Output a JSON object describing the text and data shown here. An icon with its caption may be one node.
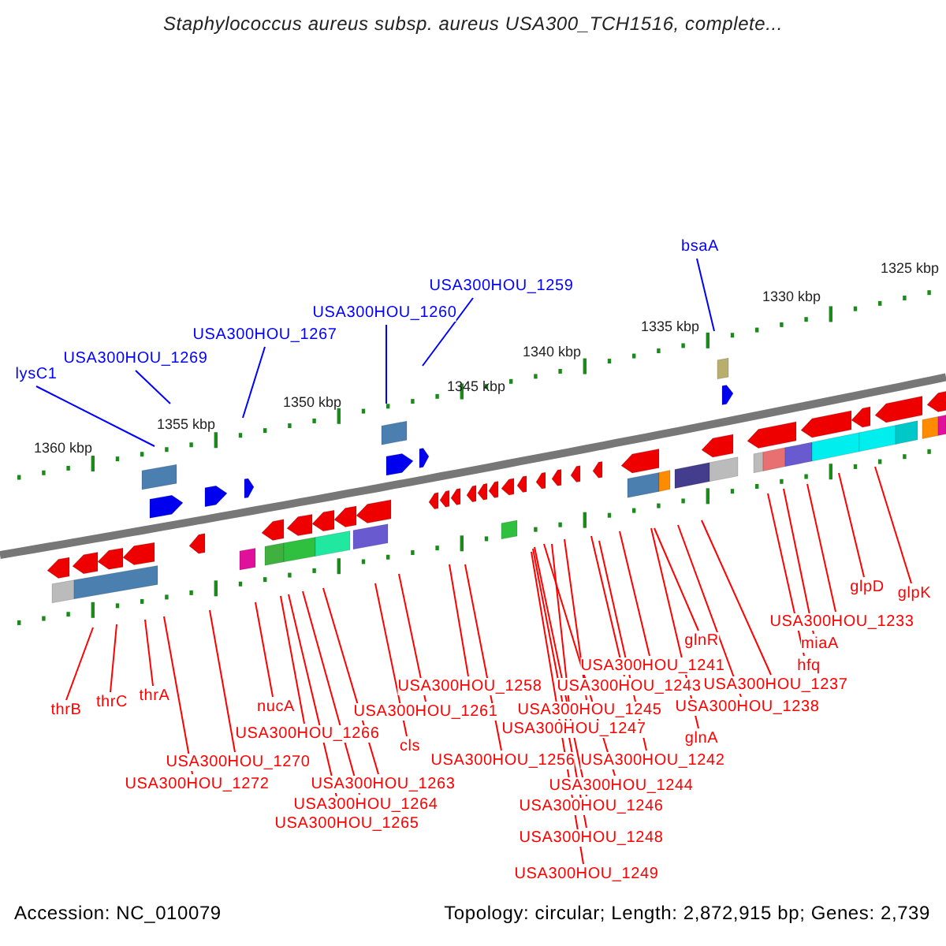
{
  "diagram": {
    "title": "Staphylococcus aureus subsp. aureus USA300_TCH1516, complete...",
    "nodes": [
      {
        "text": [
          "lysC1"
        ]
      },
      {
        "text": [
          "USA300HOU_1269"
        ]
      },
      {
        "text": [
          "USA300HOU_1267"
        ]
      },
      {
        "text": [
          "USA300HOU_1260"
        ]
      },
      {
        "text": [
          "USA300HOU_1259"
        ]
      },
      {
        "text": [
          "bsaA"
        ]
      },
      {
        "text": [
          "thrB"
        ]
      },
      {
        "text": [
          "thrC"
        ]
      },
      {
        "text": [
          "thrA"
        ]
      },
      {
        "text": [
          "nucA"
        ]
      },
      {
        "text": [
          "USA300HOU_1266"
        ]
      },
      {
        "text": [
          "USA300HOU_1270"
        ]
      },
      {
        "text": [
          "USA300HOU_1272"
        ]
      },
      {
        "text": [
          "cls"
        ]
      },
      {
        "text": [
          "USA300HOU_1263"
        ]
      },
      {
        "text": [
          "USA300HOU_1264"
        ]
      },
      {
        "text": [
          "USA300HOU_1265"
        ]
      },
      {
        "text": [
          "USA300HOU_1258"
        ]
      },
      {
        "text": [
          "USA300HOU_1261"
        ]
      },
      {
        "text": [
          "USA300HOU_1256"
        ]
      },
      {
        "text": [
          "USA300HOU_1241"
        ]
      },
      {
        "text": [
          "USA300HOU_1243"
        ]
      },
      {
        "text": [
          "USA300HOU_1245"
        ]
      },
      {
        "text": [
          "USA300HOU_1247"
        ]
      },
      {
        "text": [
          "USA300HOU_1242"
        ]
      },
      {
        "text": [
          "USA300HOU_1244"
        ]
      },
      {
        "text": [
          "USA300HOU_1246"
        ]
      },
      {
        "text": [
          "USA300HOU_1248"
        ]
      },
      {
        "text": [
          "USA300HOU_1249"
        ]
      },
      {
        "text": [
          "glnR"
        ]
      },
      {
        "text": [
          "glnA"
        ]
      },
      {
        "text": [
          "USA300HOU_1237"
        ]
      },
      {
        "text": [
          "USA300HOU_1238"
        ]
      },
      {
        "text": [
          "USA300HOU_1233"
        ]
      },
      {
        "text": [
          "miaA"
        ]
      },
      {
        "text": [
          "hfq"
        ]
      },
      {
        "text": [
          "glpD"
        ]
      },
      {
        "text": [
          "glpK"
        ]
      }
    ],
    "edges": [
      {
        "from": 0,
        "to": null,
        "arrow": "none",
        "color": "#0000ff"
      },
      {
        "from": 1,
        "to": null,
        "arrow": "none",
        "color": "#0000ff"
      },
      {
        "from": 2,
        "to": null,
        "arrow": "none",
        "color": "#0000ff"
      },
      {
        "from": 3,
        "to": null,
        "arrow": "none",
        "color": "#0000ff"
      },
      {
        "from": 4,
        "to": null,
        "arrow": "none",
        "color": "#0000ff"
      },
      {
        "from": 5,
        "to": null,
        "arrow": "none",
        "color": "#0000ff"
      },
      {
        "from": 6,
        "to": null,
        "arrow": "none"
      },
      {
        "from": 7,
        "to": null,
        "arrow": "none"
      },
      {
        "from": 8,
        "to": null,
        "arrow": "none"
      },
      {
        "from": 9,
        "to": null,
        "arrow": "none"
      },
      {
        "from": 10,
        "to": null,
        "arrow": "none"
      },
      {
        "from": 11,
        "to": null,
        "arrow": "none"
      },
      {
        "from": 12,
        "to": null,
        "arrow": "none"
      },
      {
        "from": 13,
        "to": null,
        "arrow": "none"
      },
      {
        "from": 14,
        "to": null,
        "arrow": "none"
      },
      {
        "from": 15,
        "to": null,
        "arrow": "none"
      },
      {
        "from": 16,
        "to": null,
        "arrow": "none"
      },
      {
        "from": 17,
        "to": null,
        "arrow": "none"
      },
      {
        "from": 18,
        "to": null,
        "arrow": "none"
      },
      {
        "from": 19,
        "to": null,
        "arrow": "none"
      },
      {
        "from": 20,
        "to": null,
        "arrow": "none"
      },
      {
        "from": 21,
        "to": null,
        "arrow": "none"
      },
      {
        "from": 22,
        "to": null,
        "arrow": "none"
      },
      {
        "from": 23,
        "to": null,
        "arrow": "none"
      },
      {
        "from": 24,
        "to": null,
        "arrow": "none"
      },
      {
        "from": 25,
        "to": null,
        "arrow": "none"
      },
      {
        "from": 26,
        "to": null,
        "arrow": "none"
      },
      {
        "from": 27,
        "to": null,
        "arrow": "none"
      },
      {
        "from": 28,
        "to": null,
        "arrow": "none"
      },
      {
        "from": 29,
        "to": null,
        "arrow": "none"
      },
      {
        "from": 30,
        "to": null,
        "arrow": "none"
      },
      {
        "from": 31,
        "to": null,
        "arrow": "none"
      },
      {
        "from": 32,
        "to": null,
        "arrow": "none"
      },
      {
        "from": 33,
        "to": null,
        "arrow": "none"
      },
      {
        "from": 34,
        "to": null,
        "arrow": "none"
      },
      {
        "from": 35,
        "to": null,
        "arrow": "none"
      },
      {
        "from": 36,
        "to": null,
        "arrow": "none"
      },
      {
        "from": 37,
        "to": null,
        "arrow": "none"
      }
    ],
    "labels": [
      "1325 kbp",
      "1330 kbp",
      "1335 kbp",
      "1340 kbp",
      "1345 kbp",
      "1350 kbp",
      "1355 kbp",
      "1360 kbp",
      "Accession: NC_010079",
      "Topology: circular; Length: 2,872,915 bp; Genes: 2,739"
    ]
  }
}
